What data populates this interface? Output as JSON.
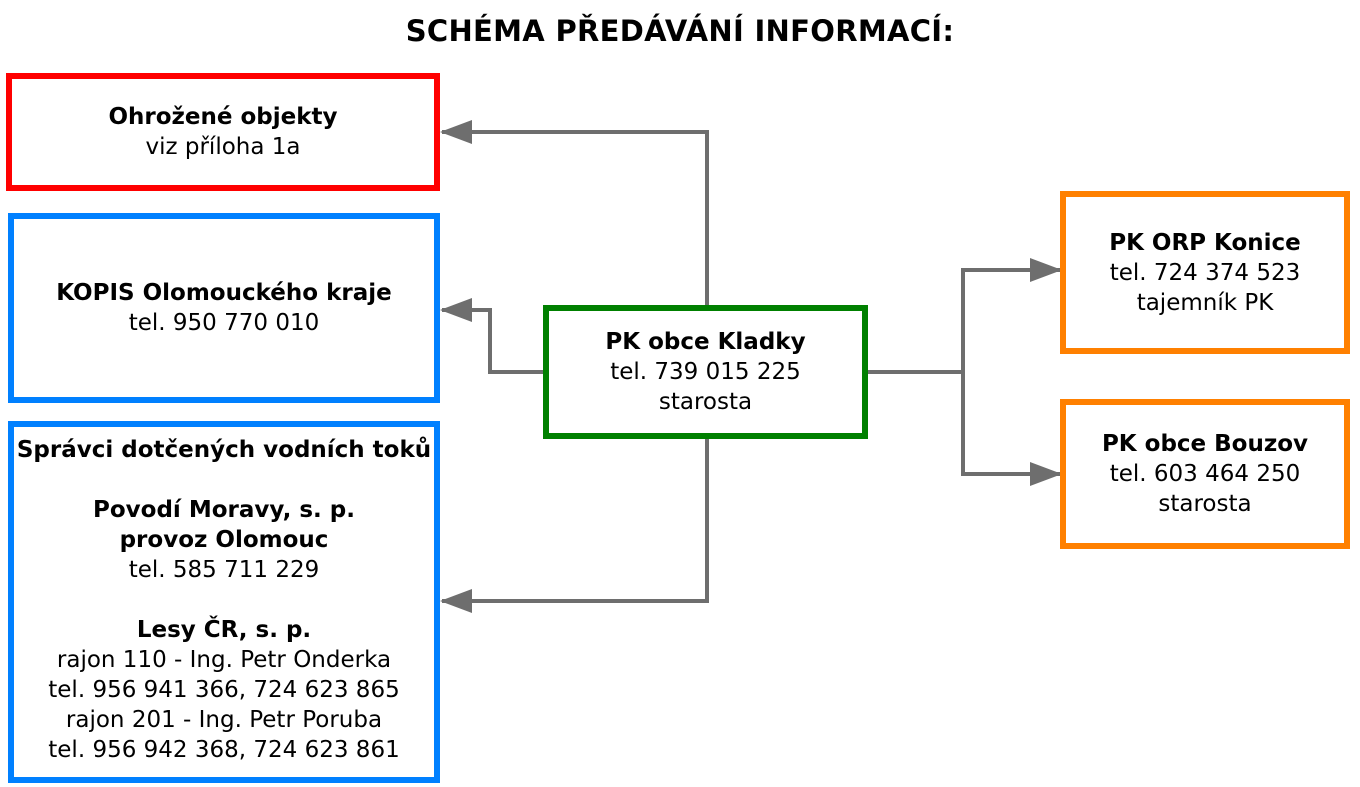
{
  "title": "SCHÉMA PŘEDÁVÁNÍ INFORMACÍ:",
  "colors": {
    "red": "#ff0000",
    "blue": "#0080ff",
    "green": "#008000",
    "orange": "#ff8000",
    "connector": "#6e6e6e"
  },
  "center": {
    "name": "PK obce Kladky",
    "phone": "tel. 739 015 225",
    "role": "starosta"
  },
  "threatened": {
    "name": "Ohrožené objekty",
    "note": "viz příloha 1a"
  },
  "kopis": {
    "name": "KOPIS Olomouckého kraje",
    "phone": "tel. 950 770 010"
  },
  "managers": {
    "heading": "Správci dotčených vodních toků",
    "povodi": {
      "name": "Povodí Moravy, s. p.",
      "branch": "provoz Olomouc",
      "phone": "tel. 585 711 229"
    },
    "lesy": {
      "name": "Lesy ČR, s. p.",
      "rajon1": "rajon 110 - Ing. Petr Onderka",
      "phone1": "tel. 956 941 366, 724 623 865",
      "rajon2": "rajon 201 - Ing. Petr Poruba",
      "phone2": "tel. 956 942 368, 724 623 861"
    }
  },
  "orp": {
    "name": "PK ORP Konice",
    "phone": "tel. 724 374 523",
    "role": "tajemník PK"
  },
  "bouzov": {
    "name": "PK obce Bouzov",
    "phone": "tel. 603 464 250",
    "role": "starosta"
  }
}
